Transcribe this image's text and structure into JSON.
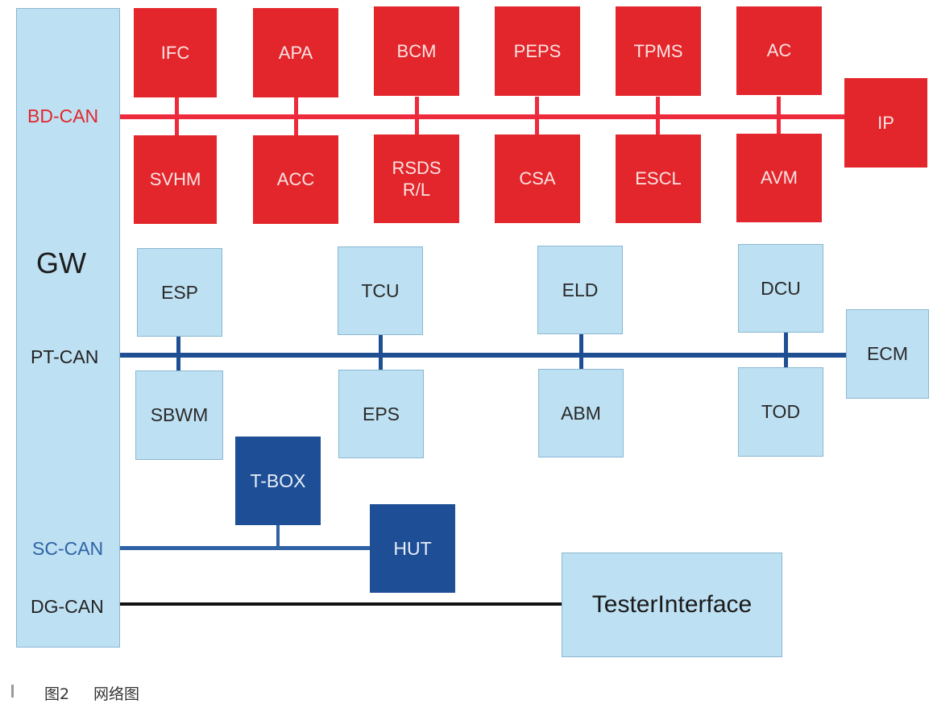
{
  "gateway": {
    "label": "GW"
  },
  "buses": {
    "bd": {
      "label": "BD-CAN",
      "color": "#e3262b"
    },
    "pt": {
      "label": "PT-CAN",
      "color": "#1f4f93"
    },
    "sc": {
      "label": "SC-CAN",
      "color": "#2f63a6"
    },
    "dg": {
      "label": "DG-CAN",
      "color": "#111111"
    }
  },
  "bd_nodes": {
    "ifc": "IFC",
    "apa": "APA",
    "bcm": "BCM",
    "peps": "PEPS",
    "tpms": "TPMS",
    "ac": "AC",
    "svhm": "SVHM",
    "acc": "ACC",
    "rsds_line1": "RSDS",
    "rsds_line2": "R/L",
    "csa": "CSA",
    "escl": "ESCL",
    "avm": "AVM",
    "ip": "IP"
  },
  "pt_nodes": {
    "esp": "ESP",
    "tcu": "TCU",
    "eld": "ELD",
    "dcu": "DCU",
    "sbwm": "SBWM",
    "eps": "EPS",
    "abm": "ABM",
    "tod": "TOD",
    "ecm": "ECM"
  },
  "sc_nodes": {
    "tbox": "T-BOX",
    "hut": "HUT"
  },
  "dg_nodes": {
    "tester": "TesterInterface"
  },
  "caption": {
    "figure": "图2",
    "title": "网络图"
  }
}
